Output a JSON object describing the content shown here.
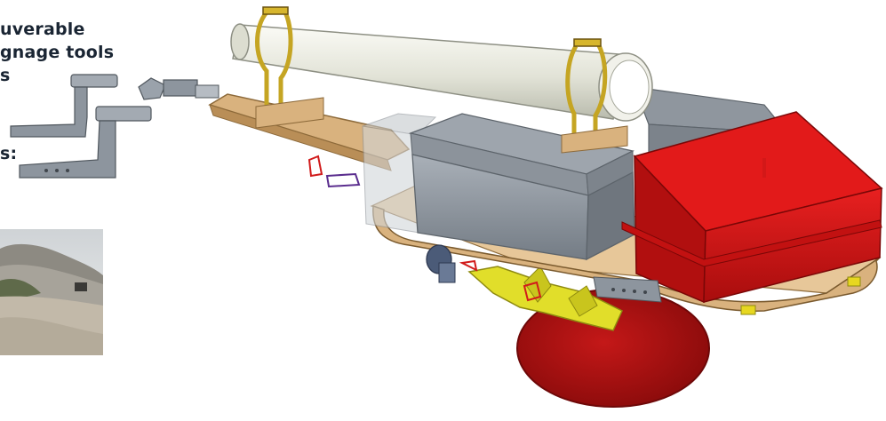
{
  "slide": {
    "text_lines": [
      "uverable",
      "gnage tools",
      "s",
      "s:"
    ]
  },
  "colors": {
    "background": "#ffffff",
    "text": "#1a2533",
    "tube": "#e9eadf",
    "frame": "#d9b27e",
    "box": "#8e969f",
    "red_box": "#d41414",
    "tire": "#b51212",
    "suspension": "#e1de2a",
    "bracket": "#b59a1f",
    "hitch": "#8d959e"
  },
  "icons": [
    "hitch-bracket-icon",
    "universal-joint-icon",
    "trailer-3d-model"
  ]
}
